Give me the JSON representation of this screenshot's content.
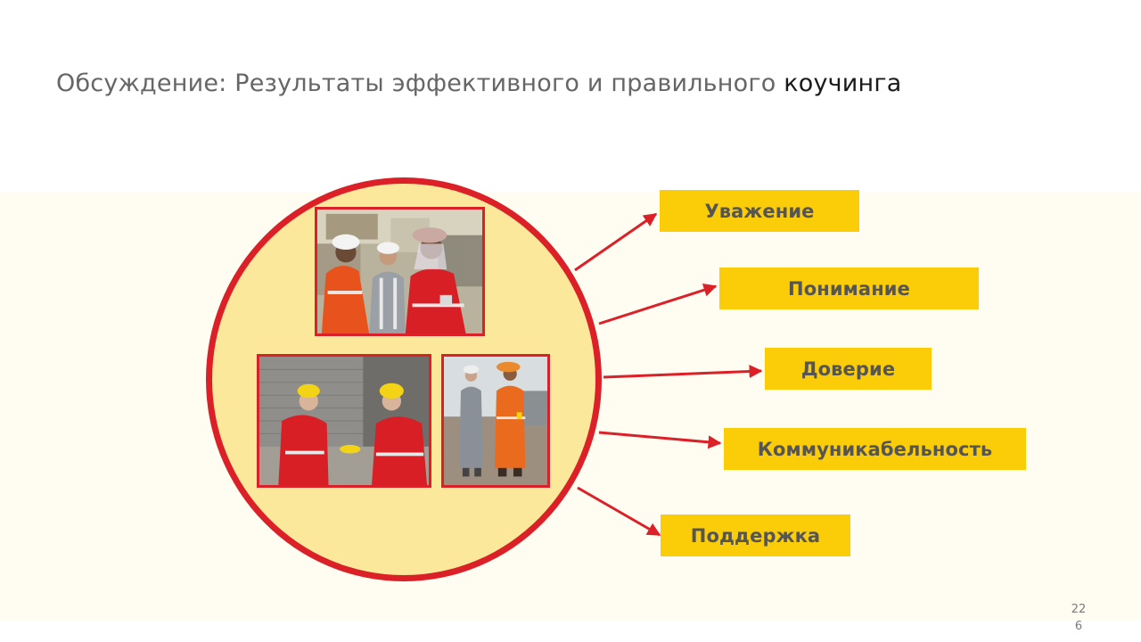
{
  "slide": {
    "title_part1": "Обсуждение: Результаты эффективного и правильного ",
    "title_part2": "коучинга",
    "page_number_line1": "22",
    "page_number_line2": "6"
  },
  "labels": [
    "Уважение",
    "Понимание",
    "Доверие",
    "Коммуникабельность",
    "Поддержка"
  ],
  "photos": [
    {
      "icon": "workers-conversation-photo"
    },
    {
      "icon": "workers-hardhats-photo"
    },
    {
      "icon": "worker-orange-coverall-photo"
    }
  ],
  "colors": {
    "accent_red": "#dc2027",
    "label_yellow": "#fbcd09",
    "circle_fill": "#fbe89a",
    "band_background": "#fffcf2",
    "label_text": "#555555",
    "title_text": "#666666"
  }
}
